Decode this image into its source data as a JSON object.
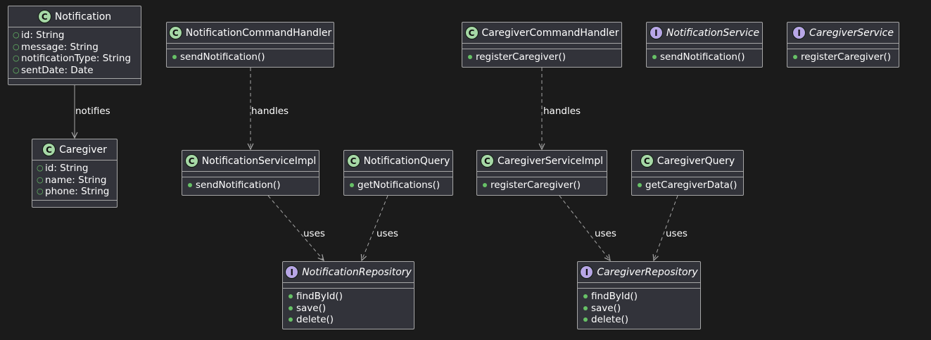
{
  "classes": {
    "notification": {
      "name": "Notification",
      "kind": "C",
      "fields": [
        "id: String",
        "message: String",
        "notificationType: String",
        "sentDate: Date"
      ],
      "methods": []
    },
    "caregiver": {
      "name": "Caregiver",
      "kind": "C",
      "fields": [
        "id: String",
        "name: String",
        "phone: String"
      ],
      "methods": []
    },
    "notification_command_handler": {
      "name": "NotificationCommandHandler",
      "kind": "C",
      "fields": [],
      "methods": [
        "sendNotification()"
      ]
    },
    "caregiver_command_handler": {
      "name": "CaregiverCommandHandler",
      "kind": "C",
      "fields": [],
      "methods": [
        "registerCaregiver()"
      ]
    },
    "notification_service": {
      "name": "NotificationService",
      "kind": "I",
      "fields": [],
      "methods": [
        "sendNotification()"
      ]
    },
    "caregiver_service": {
      "name": "CaregiverService",
      "kind": "I",
      "fields": [],
      "methods": [
        "registerCaregiver()"
      ]
    },
    "notification_service_impl": {
      "name": "NotificationServiceImpl",
      "kind": "C",
      "fields": [],
      "methods": [
        "sendNotification()"
      ]
    },
    "notification_query": {
      "name": "NotificationQuery",
      "kind": "C",
      "fields": [],
      "methods": [
        "getNotifications()"
      ]
    },
    "caregiver_service_impl": {
      "name": "CaregiverServiceImpl",
      "kind": "C",
      "fields": [],
      "methods": [
        "registerCaregiver()"
      ]
    },
    "caregiver_query": {
      "name": "CaregiverQuery",
      "kind": "C",
      "fields": [],
      "methods": [
        "getCaregiverData()"
      ]
    },
    "notification_repository": {
      "name": "NotificationRepository",
      "kind": "I",
      "fields": [],
      "methods": [
        "findById()",
        "save()",
        "delete()"
      ]
    },
    "caregiver_repository": {
      "name": "CaregiverRepository",
      "kind": "I",
      "fields": [],
      "methods": [
        "findById()",
        "save()",
        "delete()"
      ]
    }
  },
  "edges": [
    {
      "from": "notification",
      "to": "caregiver",
      "label": "notifies",
      "style": "solid"
    },
    {
      "from": "notification_command_handler",
      "to": "notification_service_impl",
      "label": "handles",
      "style": "dashed"
    },
    {
      "from": "caregiver_command_handler",
      "to": "caregiver_service_impl",
      "label": "handles",
      "style": "dashed"
    },
    {
      "from": "notification_service_impl",
      "to": "notification_repository",
      "label": "uses",
      "style": "dashed"
    },
    {
      "from": "notification_query",
      "to": "notification_repository",
      "label": "uses",
      "style": "dashed"
    },
    {
      "from": "caregiver_service_impl",
      "to": "caregiver_repository",
      "label": "uses",
      "style": "dashed"
    },
    {
      "from": "caregiver_query",
      "to": "caregiver_repository",
      "label": "uses",
      "style": "dashed"
    }
  ],
  "colors": {
    "background": "#1b1b1b",
    "box_fill": "#32333a",
    "box_border": "#a6a6a6",
    "class_badge": "#a6d8a6",
    "interface_badge": "#b7a6e6",
    "visibility": "#67c167",
    "text": "#ffffff"
  }
}
